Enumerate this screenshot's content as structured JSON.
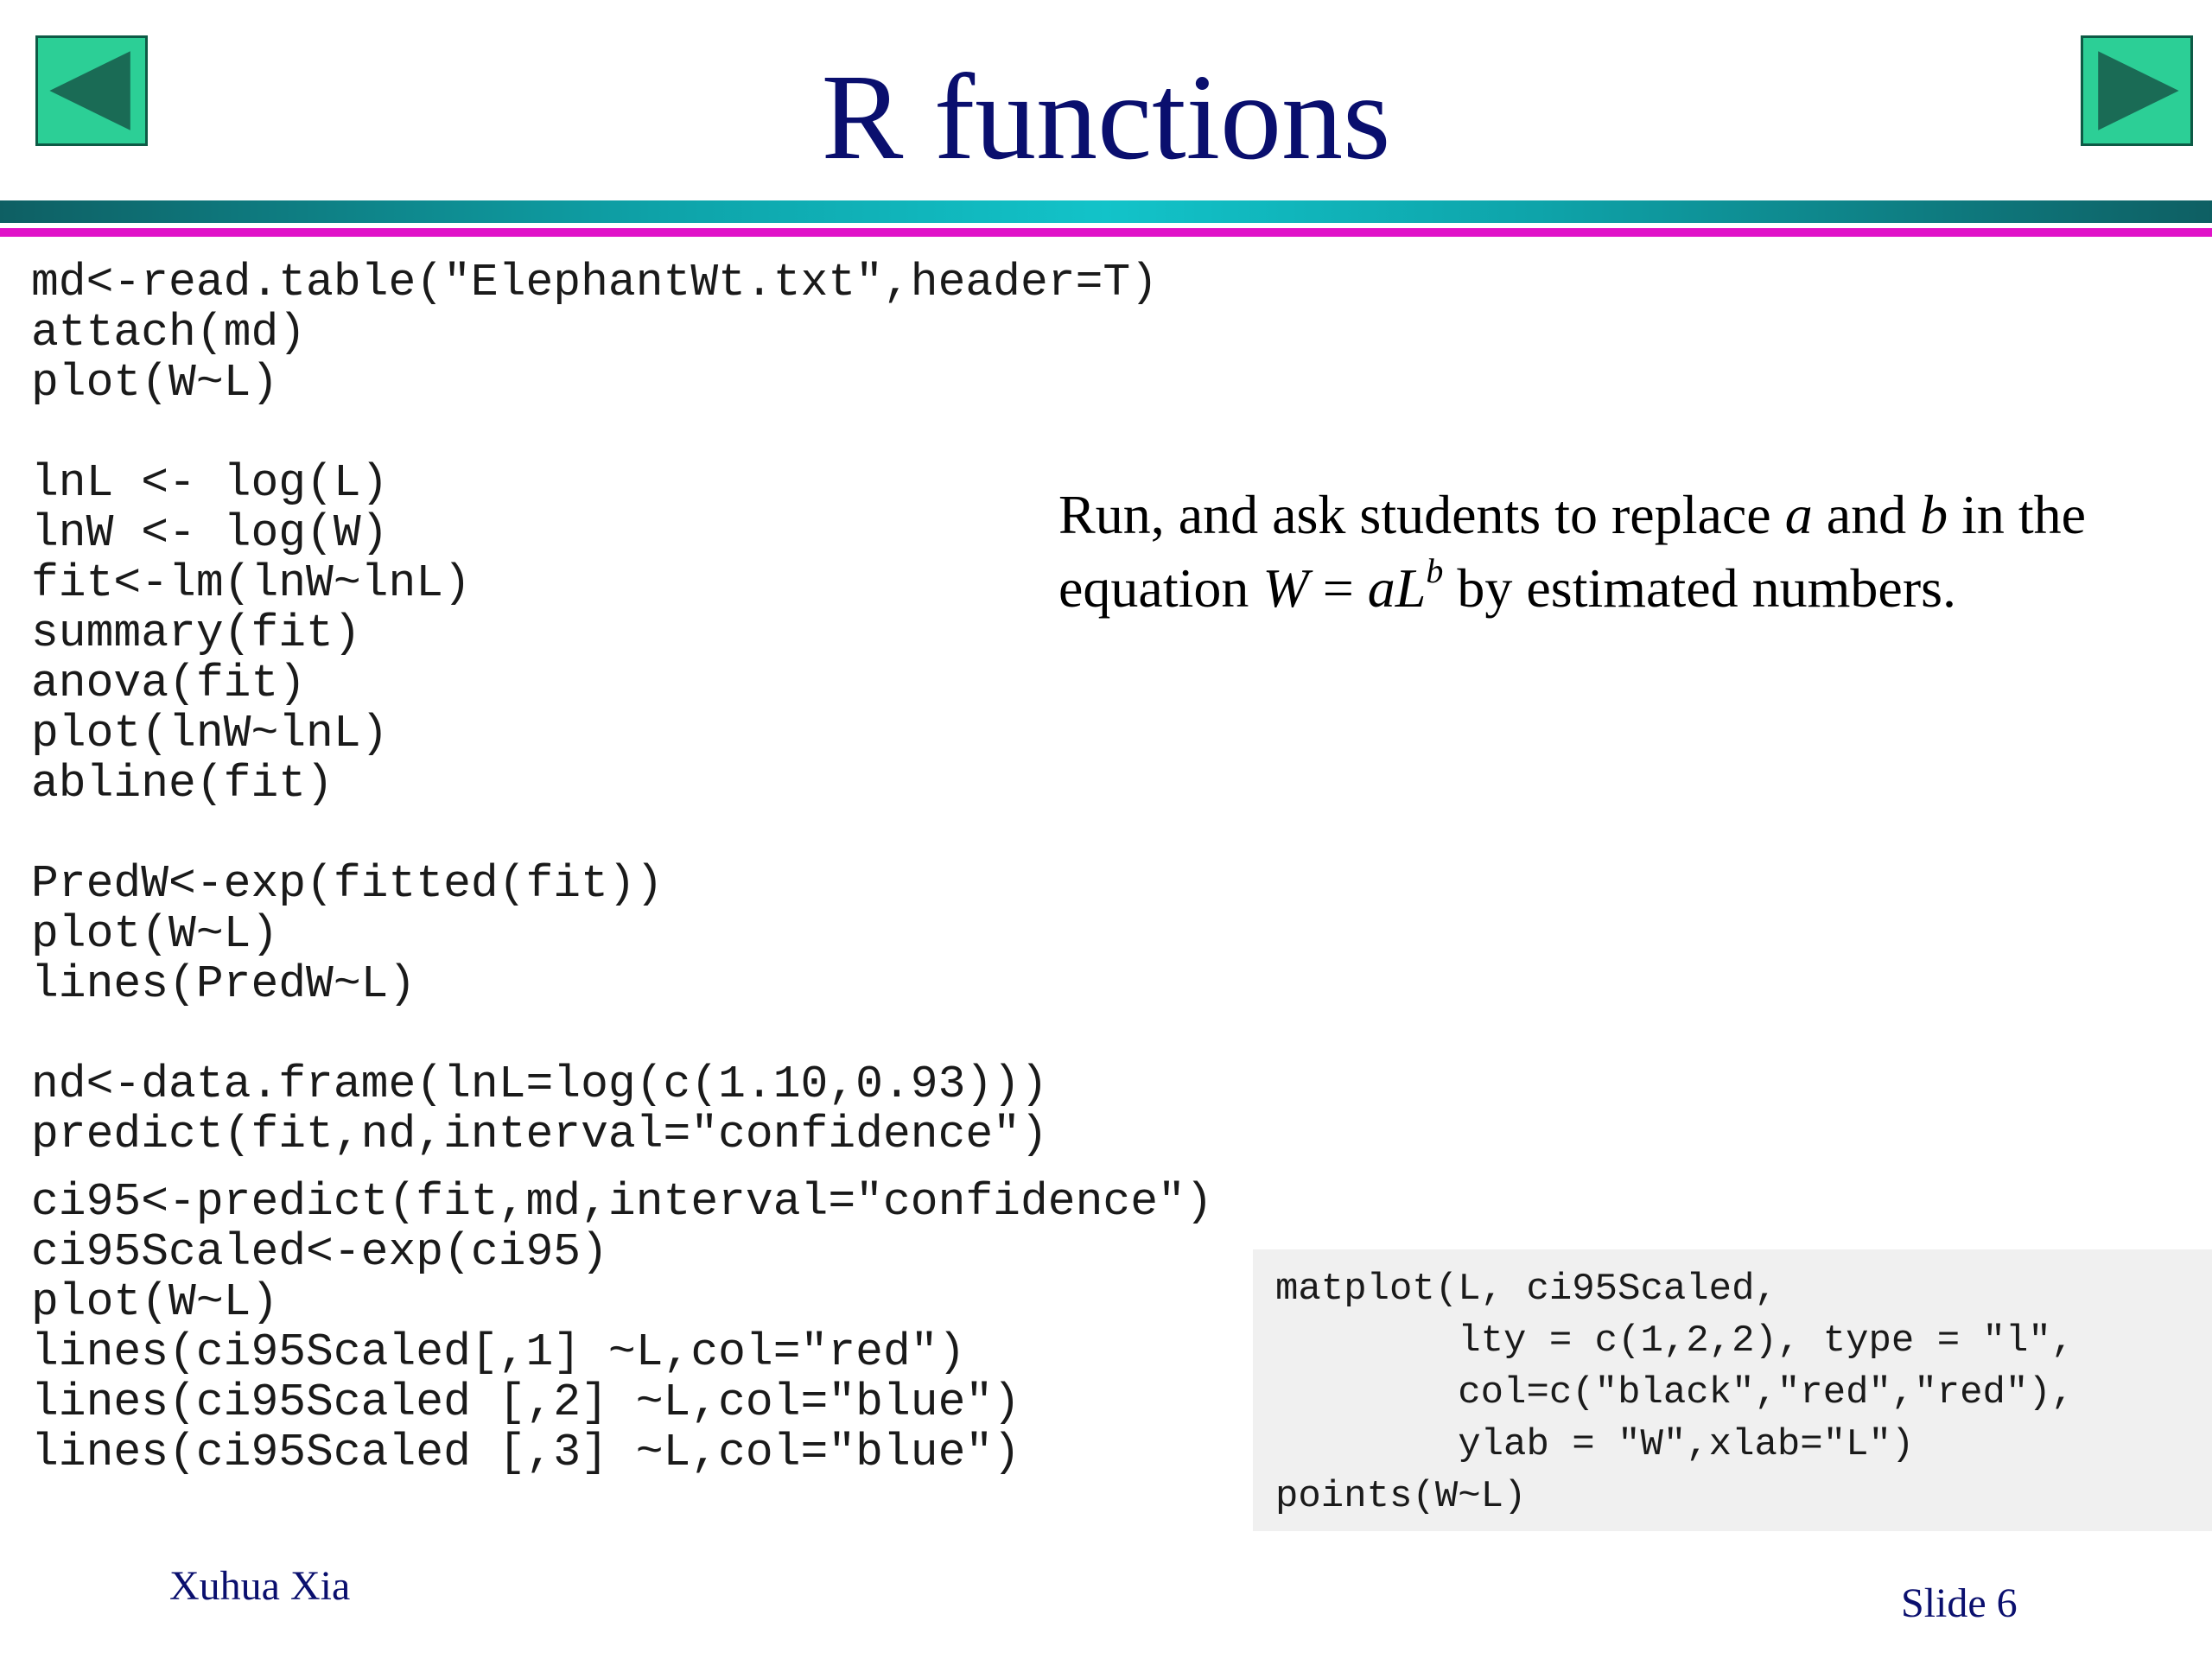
{
  "nav": {
    "prev_icon": "left-triangle-arrow",
    "next_icon": "right-triangle-arrow",
    "button_color": "#2ccf96",
    "arrow_color": "#1a6b55"
  },
  "title": "R functions",
  "code_blocks": [
    "md<-read.table(\"ElephantWt.txt\",header=T)\nattach(md)\nplot(W~L)",
    "lnL <- log(L)\nlnW <- log(W)\nfit<-lm(lnW~lnL)\nsummary(fit)\nanova(fit)\nplot(lnW~lnL)\nabline(fit)",
    "PredW<-exp(fitted(fit))\nplot(W~L)\nlines(PredW~L)",
    "nd<-data.frame(lnL=log(c(1.10,0.93)))\npredict(fit,nd,interval=\"confidence\")",
    "ci95<-predict(fit,md,interval=\"confidence\")\nci95Scaled<-exp(ci95)\nplot(W~L)\nlines(ci95Scaled[,1] ~L,col=\"red\")\nlines(ci95Scaled [,2] ~L,col=\"blue\")\nlines(ci95Scaled [,3] ~L,col=\"blue\")"
  ],
  "note": {
    "part1": "Run, and ask students to replace ",
    "var_a": "a",
    "part2": " and ",
    "var_b": "b",
    "part3": " in the equation ",
    "eq_W": "W",
    "eq_eq": " = ",
    "eq_aL": "aL",
    "eq_sup": "b",
    "part4": " by  estimated numbers."
  },
  "matplot_code": "matplot(L, ci95Scaled,\n        lty = c(1,2,2), type = \"l\",\n        col=c(\"black\",\"red\",\"red\"),\n        ylab = \"W\",xlab=\"L\")\npoints(W~L)",
  "footer": {
    "author": "Xuhua Xia",
    "slide": "Slide 6"
  },
  "colors": {
    "title": "#0a0f6e",
    "teal_rule": "#0ea3a9",
    "magenta_rule": "#e012c8",
    "code_box_bg": "#f0f0f0"
  }
}
